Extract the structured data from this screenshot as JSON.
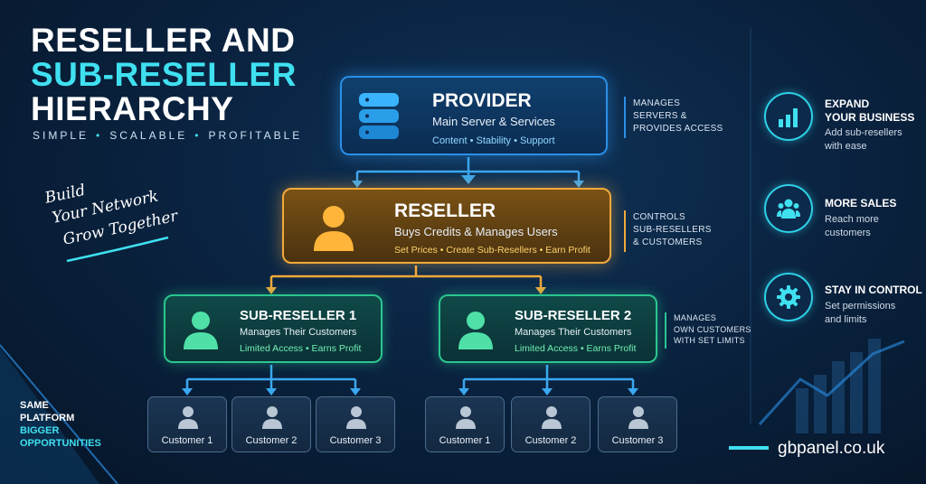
{
  "title": {
    "line1": "RESELLER AND",
    "line2": "SUB-RESELLER",
    "line3": "HIERARCHY"
  },
  "tagline": [
    "SIMPLE",
    "SCALABLE",
    "PROFITABLE"
  ],
  "script_text": [
    "Build",
    "Your Network",
    "Grow Together"
  ],
  "provider": {
    "title": "PROVIDER",
    "subtitle": "Main Server & Services",
    "tags": "Content • Stability • Support",
    "note": [
      "MANAGES",
      "SERVERS &",
      "PROVIDES ACCESS"
    ]
  },
  "reseller": {
    "title": "RESELLER",
    "subtitle": "Buys Credits & Manages Users",
    "tags": "Set Prices • Create Sub-Resellers • Earn Profit",
    "note": [
      "CONTROLS",
      "SUB-RESELLERS",
      "& CUSTOMERS"
    ]
  },
  "sub_resellers": [
    {
      "title": "SUB-RESELLER 1",
      "subtitle": "Manages Their Customers",
      "tags": "Limited Access • Earns Profit"
    },
    {
      "title": "SUB-RESELLER 2",
      "subtitle": "Manages Their Customers",
      "tags": "Limited Access • Earns Profit"
    }
  ],
  "sub_note": [
    "MANAGES",
    "OWN CUSTOMERS",
    "WITH SET LIMITS"
  ],
  "customers_left": [
    "Customer 1",
    "Customer 2",
    "Customer 3"
  ],
  "customers_right": [
    "Customer 1",
    "Customer 2",
    "Customer 3"
  ],
  "features": [
    {
      "icon": "bar-chart-icon",
      "title": [
        "EXPAND",
        "YOUR BUSINESS"
      ],
      "desc": [
        "Add sub-resellers",
        "with ease"
      ]
    },
    {
      "icon": "users-icon",
      "title": [
        "MORE SALES"
      ],
      "desc": [
        "Reach more",
        "customers"
      ]
    },
    {
      "icon": "gear-icon",
      "title": [
        "STAY IN CONTROL"
      ],
      "desc": [
        "Set permissions",
        "and limits"
      ]
    }
  ],
  "bottom_left": {
    "line1": "SAME",
    "line2": "PLATFORM",
    "line3": "BIGGER",
    "line4": "OPPORTUNITIES"
  },
  "url": "gbpanel.co.uk",
  "colors": {
    "provider": "#2a8fe6",
    "reseller": "#f2a93b",
    "sub_reseller": "#2bc58f",
    "accent_cyan": "#3fe0f0",
    "tag_provider": "#8fd8ff",
    "tag_reseller": "#ffd36b",
    "tag_sub": "#6ff0b6"
  }
}
